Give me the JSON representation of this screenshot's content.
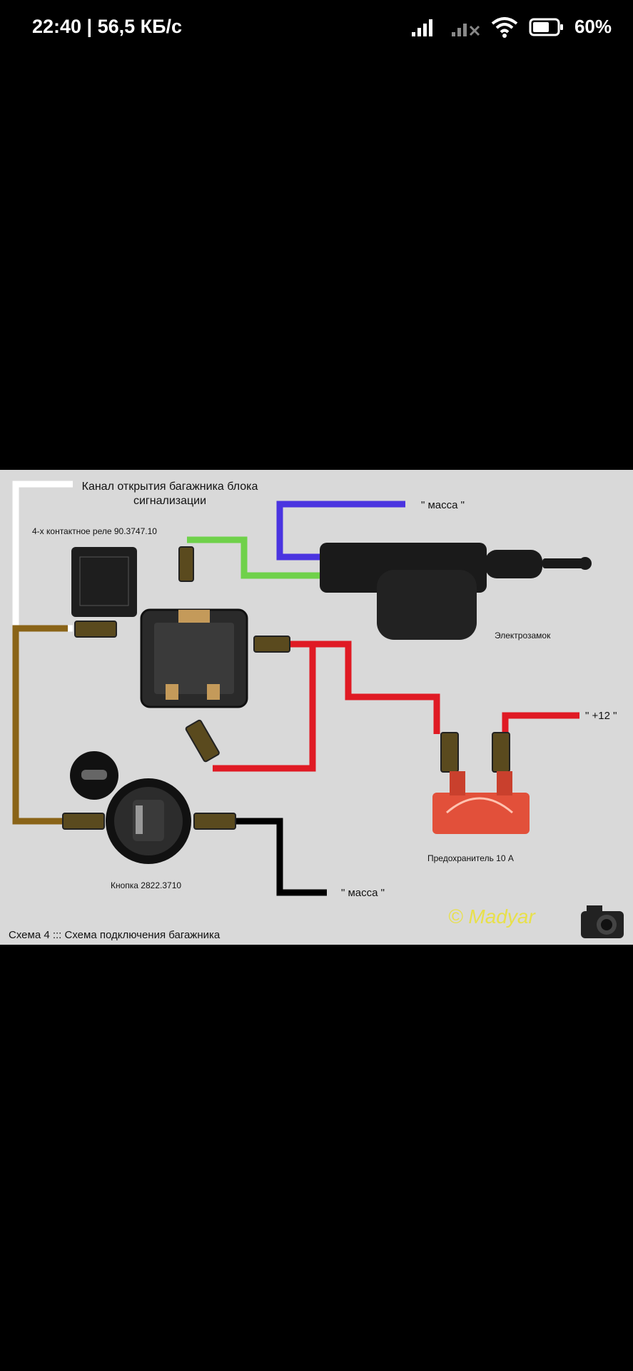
{
  "status_bar": {
    "time_speed": "22:40 | 56,5 КБ/с",
    "battery": "60%",
    "icons": [
      "signal-icon",
      "signal-no-sim-icon",
      "wifi-icon",
      "battery-icon"
    ]
  },
  "diagram": {
    "label_alarm_channel_line1": "Канал открытия багажника блока",
    "label_alarm_channel_line2": "сигнализации",
    "label_relay": "4-х контактное реле 90.3747.10",
    "label_ground_top": "\" масса \"",
    "label_lock": "Электрозамок",
    "label_plus12": "\" +12 \"",
    "label_fuse": "Предохранитель 10 А",
    "label_button": "Кнопка 2822.3710",
    "label_ground_bottom": "\" масса \"",
    "label_caption": "Схема 4  :::  Схема подключения багажника",
    "watermark": "© Madyar",
    "colors": {
      "background": "#d9d9d9",
      "wire_white": "#ffffff",
      "wire_blue": "#4a34e0",
      "wire_green": "#6fd14a",
      "wire_red": "#e01a24",
      "wire_brown": "#8a6418",
      "wire_black": "#000000",
      "fuse": "#e2503a",
      "watermark": "#e8e04a"
    }
  }
}
